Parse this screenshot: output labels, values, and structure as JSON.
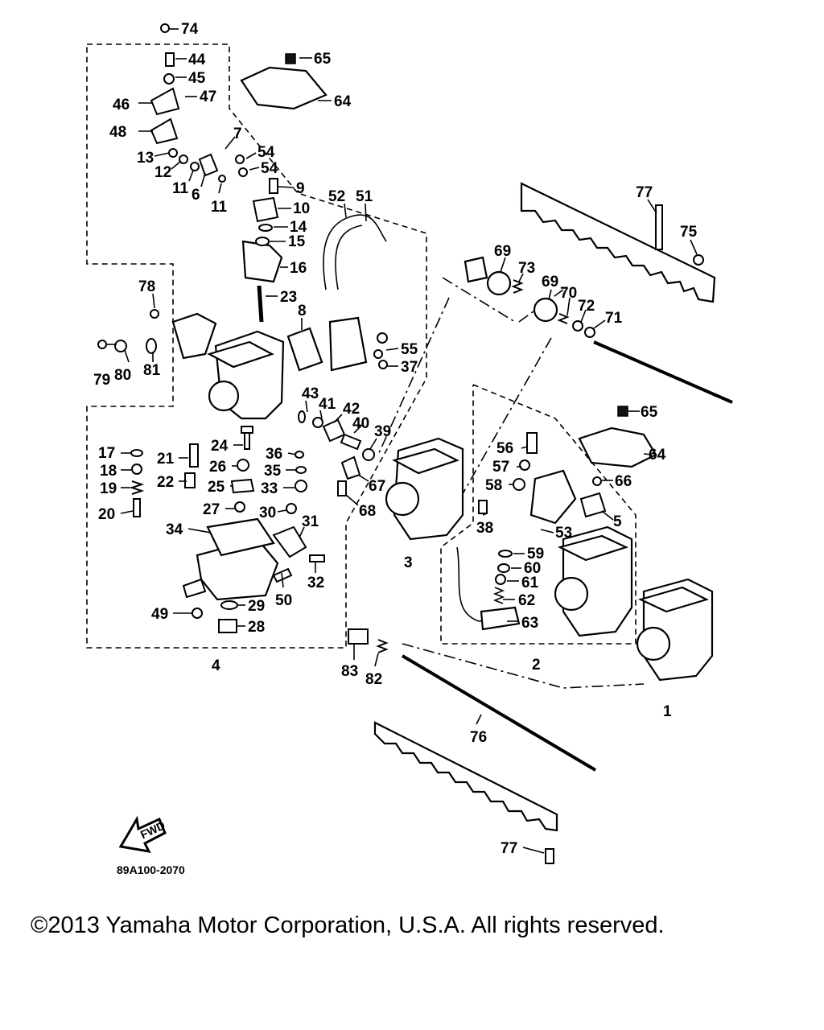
{
  "diagram_code": "89A100-2070",
  "fwd_label": "FWD",
  "copyright": "©2013 Yamaha Motor Corporation, U.S.A. All rights reserved.",
  "group_labels": [
    "4",
    "2",
    "1",
    "3"
  ],
  "callouts": [
    "74",
    "44",
    "45",
    "47",
    "46",
    "48",
    "13",
    "12",
    "11",
    "6",
    "11",
    "7",
    "54",
    "54",
    "9",
    "10",
    "14",
    "15",
    "16",
    "23",
    "65",
    "64",
    "52",
    "51",
    "78",
    "79",
    "80",
    "81",
    "8",
    "55",
    "37",
    "43",
    "41",
    "42",
    "40",
    "39",
    "17",
    "18",
    "19",
    "20",
    "21",
    "22",
    "24",
    "26",
    "25",
    "27",
    "36",
    "35",
    "33",
    "30",
    "34",
    "31",
    "32",
    "50",
    "49",
    "29",
    "28",
    "67",
    "68",
    "83",
    "82",
    "69",
    "73",
    "69",
    "70",
    "72",
    "71",
    "77",
    "75",
    "65",
    "64",
    "66",
    "56",
    "57",
    "58",
    "38",
    "53",
    "5",
    "59",
    "60",
    "61",
    "62",
    "63",
    "76",
    "77"
  ]
}
